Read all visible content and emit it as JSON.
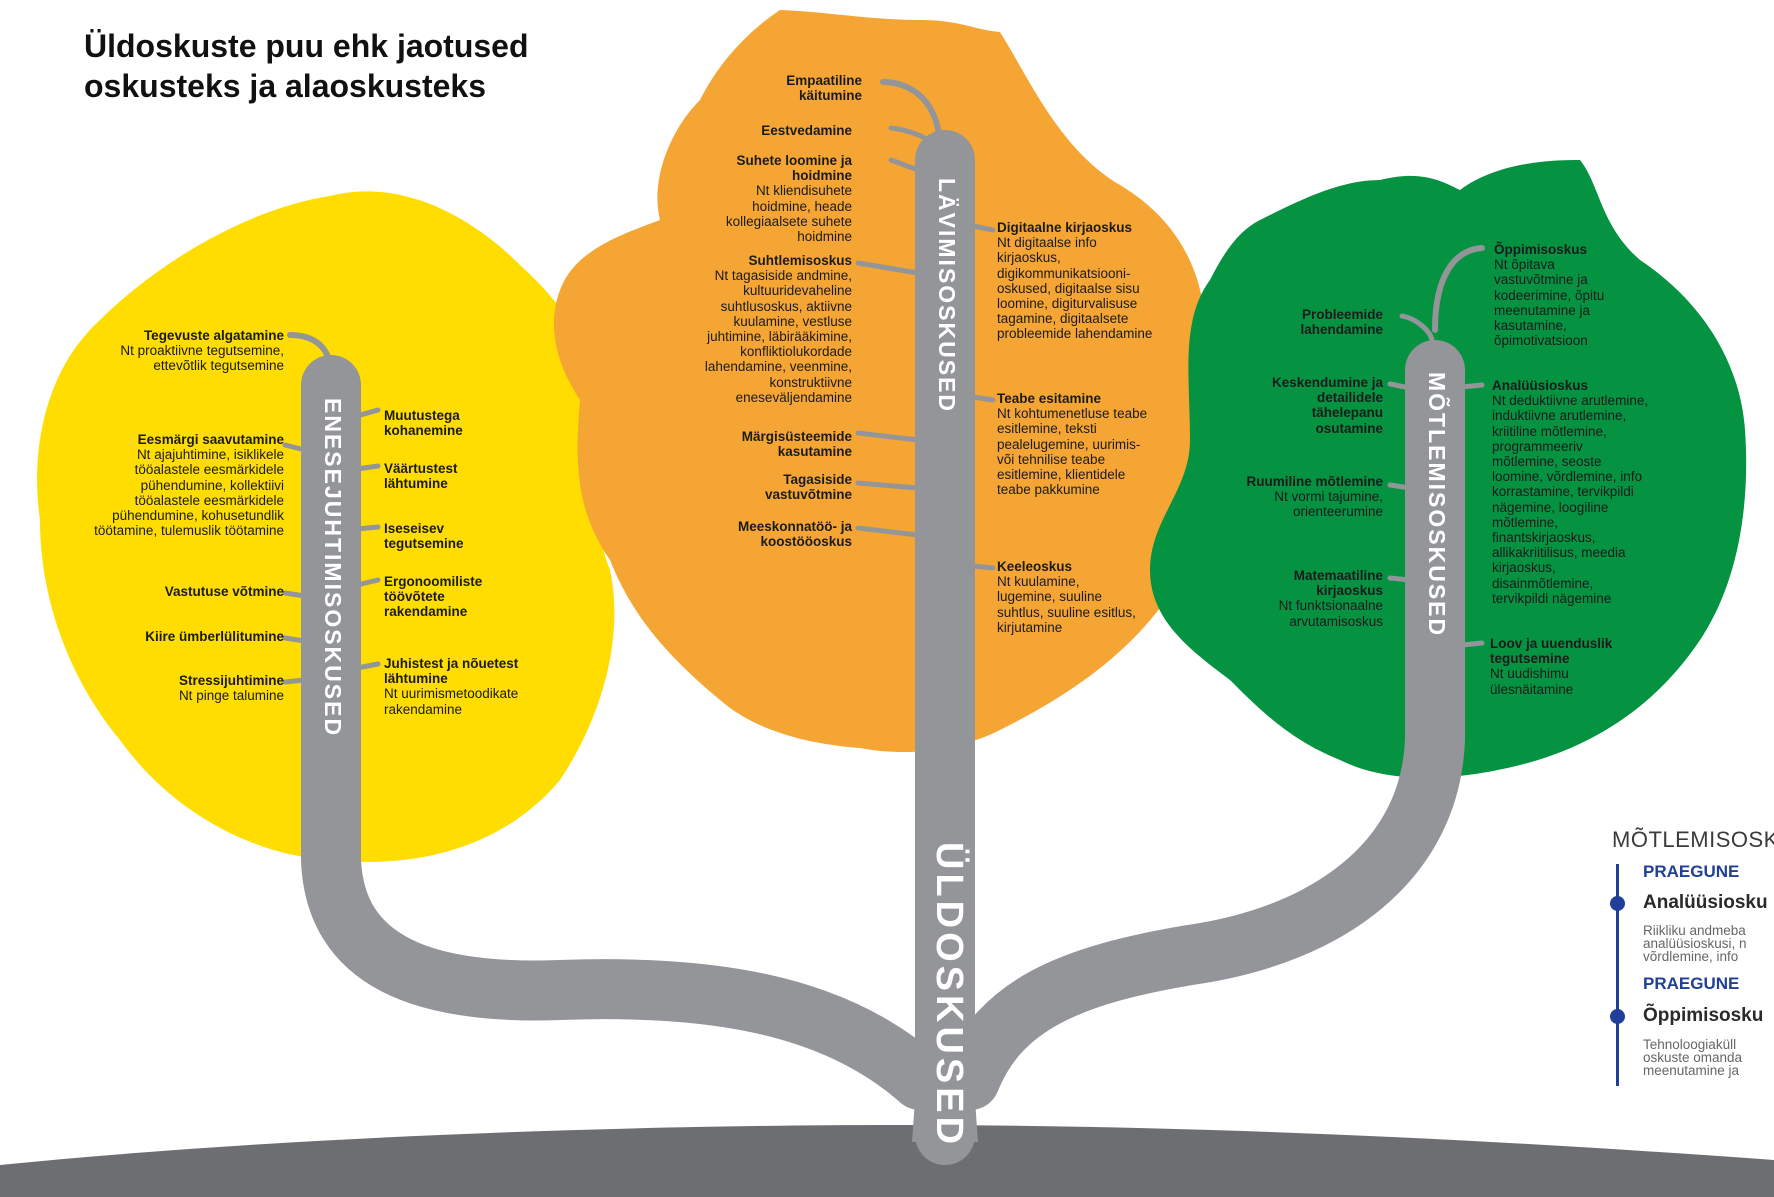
{
  "title": {
    "line1": "Üldoskuste puu ehk jaotused",
    "line2": "oskusteks ja alaoskusteks"
  },
  "colors": {
    "yellow_leaf": "#ffdd00",
    "orange_leaf": "#f5a534",
    "green_leaf": "#059241",
    "branch_gray": "#939598",
    "ground": "#6d6e71",
    "accent_blue": "#1f3f98"
  },
  "trunk": {
    "label": "ÜLDOSKUSED"
  },
  "branches": {
    "left": {
      "label": "ENESEJUHTIMISOSKUSED",
      "left_items": [
        {
          "heading": "Tegevuste algatamine",
          "desc": "Nt proaktiivne tegutsemine, ettevõtlik tegutsemine"
        },
        {
          "heading": "Eesmärgi saavutamine",
          "desc": "Nt ajajuhtimine, isiklikele tööalastele eesmärkidele pühendumine, kollektiivi tööalastele eesmärkidele pühendumine, kohusetundlik töötamine, tulemuslik töötamine"
        },
        {
          "heading": "Vastutuse võtmine",
          "desc": ""
        },
        {
          "heading": "Kiire ümberlülitumine",
          "desc": ""
        },
        {
          "heading": "Stressijuhtimine",
          "desc": "Nt pinge talumine"
        }
      ],
      "right_items": [
        {
          "heading": "Muutustega kohanemine",
          "desc": ""
        },
        {
          "heading": "Väärtustest lähtumine",
          "desc": ""
        },
        {
          "heading": "Iseseisev tegutsemine",
          "desc": ""
        },
        {
          "heading": "Ergonoomiliste töövõtete rakendamine",
          "desc": ""
        },
        {
          "heading": "Juhistest ja nõuetest lähtumine",
          "desc": "Nt uurimismetoodikate rakendamine"
        }
      ]
    },
    "center": {
      "label": "LÄVIMISOSKUSED",
      "left_items": [
        {
          "heading": "Empaatiline käitumine",
          "desc": ""
        },
        {
          "heading": "Eestvedamine",
          "desc": ""
        },
        {
          "heading": "Suhete loomine ja hoidmine",
          "desc": "Nt kliendisuhete hoidmine, heade kollegiaalsete suhete hoidmine"
        },
        {
          "heading": "Suhtlemisoskus",
          "desc": "Nt tagasiside andmine, kultuuridevaheline suhtlusoskus, aktiivne kuulamine, vestluse juhtimine, läbirääkimine, konfliktiolukordade lahendamine, veenmine, konstruktiivne eneseväljendamine"
        },
        {
          "heading": "Märgisüsteemide kasutamine",
          "desc": ""
        },
        {
          "heading": "Tagasiside vastuvõtmine",
          "desc": ""
        },
        {
          "heading": "Meeskonnatöö- ja koostööoskus",
          "desc": ""
        }
      ],
      "right_items": [
        {
          "heading": "Digitaalne kirjaoskus",
          "desc": "Nt digitaalse info kirjaoskus, digikommunikatsiooni-oskused, digitaalse sisu loomine, digiturvalisuse tagamine, digitaalsete probleemide lahendamine"
        },
        {
          "heading": "Teabe esitamine",
          "desc": "Nt kohtumenetluse teabe esitlemine, teksti pealelugemine, uurimis- või tehnilise teabe esitlemine, klientidele teabe pakkumine"
        },
        {
          "heading": "Keeleoskus",
          "desc": "Nt kuulamine, lugemine, suuline suhtlus, suuline esitlus, kirjutamine"
        }
      ]
    },
    "right": {
      "label": "MÕTLEMISOSKUSED",
      "left_items": [
        {
          "heading": "Probleemide lahendamine",
          "desc": ""
        },
        {
          "heading": "Keskendumine ja detailidele tähelepanu osutamine",
          "desc": ""
        },
        {
          "heading": "Ruumiline mõtlemine",
          "desc": "Nt vormi tajumine, orienteerumine"
        },
        {
          "heading": "Matemaatiline kirjaoskus",
          "desc": "Nt funktsionaalne arvutamisoskus"
        }
      ],
      "right_items": [
        {
          "heading": "Õppimisoskus",
          "desc": "Nt õpitava vastuvõtmine ja kodeerimine, õpitu meenutamine ja kasutamine, õpimotivatsioon"
        },
        {
          "heading": "Analüüsioskus",
          "desc": "Nt deduktiivne arutlemine, induktiivne arutlemine, kriitiline mõtlemine, programmeeriv mõtlemine, seoste loomine, võrdlemine, info korrastamine, tervikpildi nägemine, loogiline mõtlemine, finantskirjaoskus, allikakriitilisus, meedia kirjaoskus, disainmõtlemine, tervikpildi nägemine"
        },
        {
          "heading": "Loov ja uuenduslik tegutsemine",
          "desc": "Nt uudishimu ülesnäitamine"
        }
      ]
    }
  },
  "side_panel": {
    "title": "MÕTLEMISOSK",
    "entries": [
      {
        "tag": "PRAEGUNE",
        "skill": "Analüüsiosku",
        "desc_lines": [
          "Riikliku andmeba",
          "analüüsioskusi, n",
          "võrdlemine, info"
        ]
      },
      {
        "tag": "PRAEGUNE",
        "skill": "Õppimisosku",
        "desc_lines": [
          "Tehnoloogiaküll",
          "oskuste omanda",
          "meenutamine ja"
        ]
      }
    ]
  }
}
